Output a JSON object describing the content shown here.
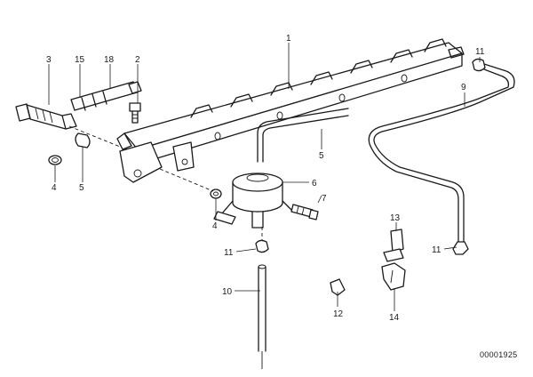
{
  "callouts": {
    "c1": "1",
    "c2": "2",
    "c3": "3",
    "c4a": "4",
    "c4b": "4",
    "c5a": "5",
    "c5b": "5",
    "c6": "6",
    "c7": "7",
    "c9": "9",
    "c10": "10",
    "c11a": "11",
    "c11b": "11",
    "c11c": "11",
    "c12": "12",
    "c13": "13",
    "c14": "14",
    "c15": "15",
    "c18": "18"
  },
  "reference_number": "00001925"
}
